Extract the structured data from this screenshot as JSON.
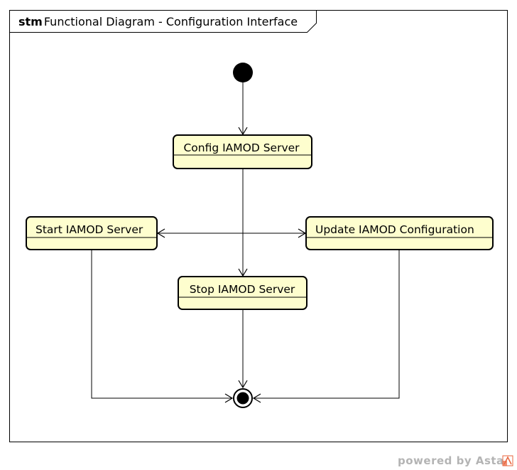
{
  "frame": {
    "keyword": "stm",
    "title": "Functional Diagram - Configuration Interface"
  },
  "states": {
    "config": "Config IAMOD Server",
    "start": "Start IAMOD Server",
    "update": "Update IAMOD Configuration",
    "stop": "Stop IAMOD Server"
  },
  "watermark": "powered by Astah",
  "colors": {
    "state_fill": "#fefece",
    "line": "#000000",
    "watermark": "#b4b4b4",
    "logo_accent": "#e8643c"
  }
}
